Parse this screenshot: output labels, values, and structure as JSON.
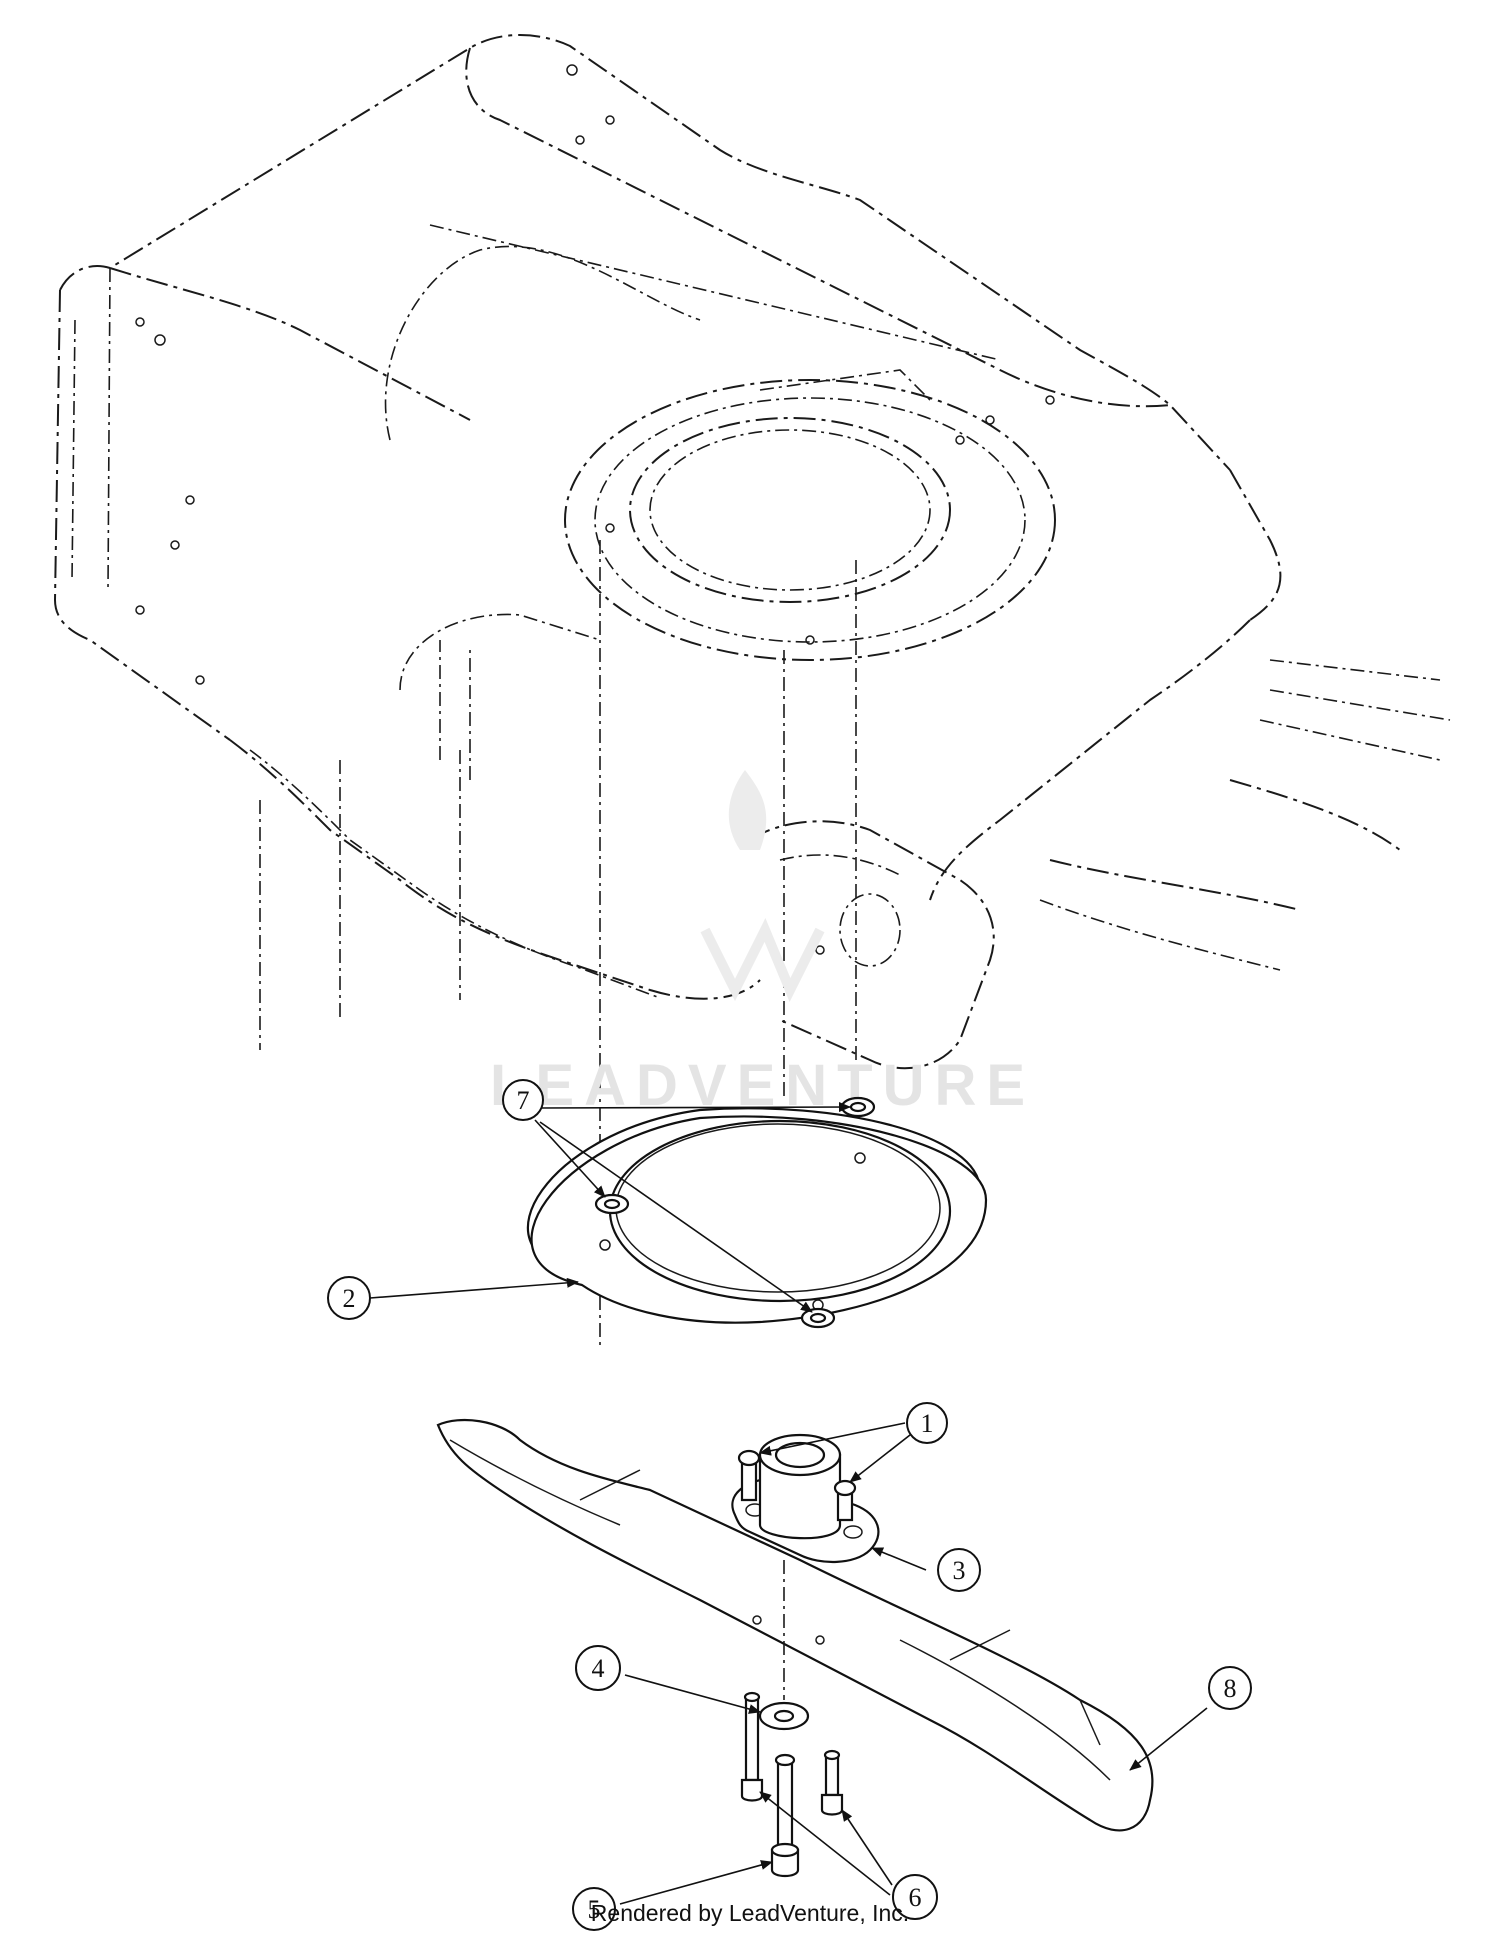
{
  "callouts": [
    {
      "label": "1"
    },
    {
      "label": "2"
    },
    {
      "label": "3"
    },
    {
      "label": "4"
    },
    {
      "label": "5"
    },
    {
      "label": "6"
    },
    {
      "label": "7"
    },
    {
      "label": "8"
    }
  ],
  "watermark": "LEADVENTURE",
  "footer": "Rendered by LeadVenture, Inc."
}
